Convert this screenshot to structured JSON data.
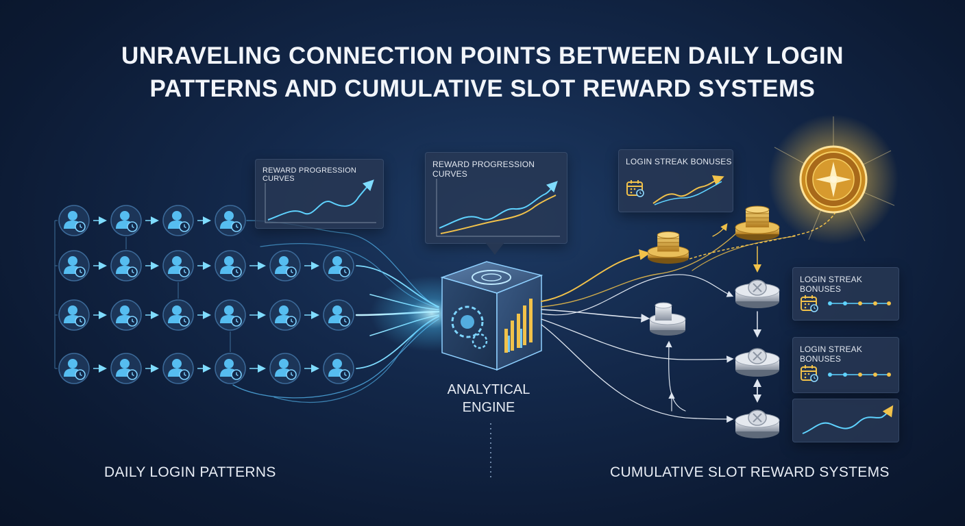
{
  "title": {
    "line1": "UNRAVELING CONNECTION POINTS BETWEEN DAILY LOGIN",
    "line2": "PATTERNS AND CUMULATIVE SLOT REWARD SYSTEMS"
  },
  "panels": {
    "left_curve_title": "REWARD PROGRESSION CURVES",
    "center_curve_title": "REWARD PROGRESSION CURVES",
    "streak_top_title": "LOGIN STREAK BONUSES",
    "streak_mid_title": "LOGIN STREAK BONUSES",
    "streak_low_title": "LOGIN STREAK BONUSES"
  },
  "engine": {
    "line1": "ANALYTICAL",
    "line2": "ENGINE"
  },
  "labels": {
    "left": "DAILY LOGIN PATTERNS",
    "right": "CUMULATIVE SLOT REWARD SYSTEMS"
  },
  "icons": {
    "user": "user-clock-icon",
    "calendar": "calendar-icon",
    "coin_stack": "gold-coin-stack-icon",
    "silver_coin": "silver-coin-icon",
    "jackpot": "golden-jackpot-wheel-icon",
    "engine": "analytics-cube-icon"
  },
  "colors": {
    "background": "#0c1a33",
    "accent_cyan": "#55d6ff",
    "accent_gold": "#f2c24a",
    "user_icon": "#4fb7e8"
  }
}
